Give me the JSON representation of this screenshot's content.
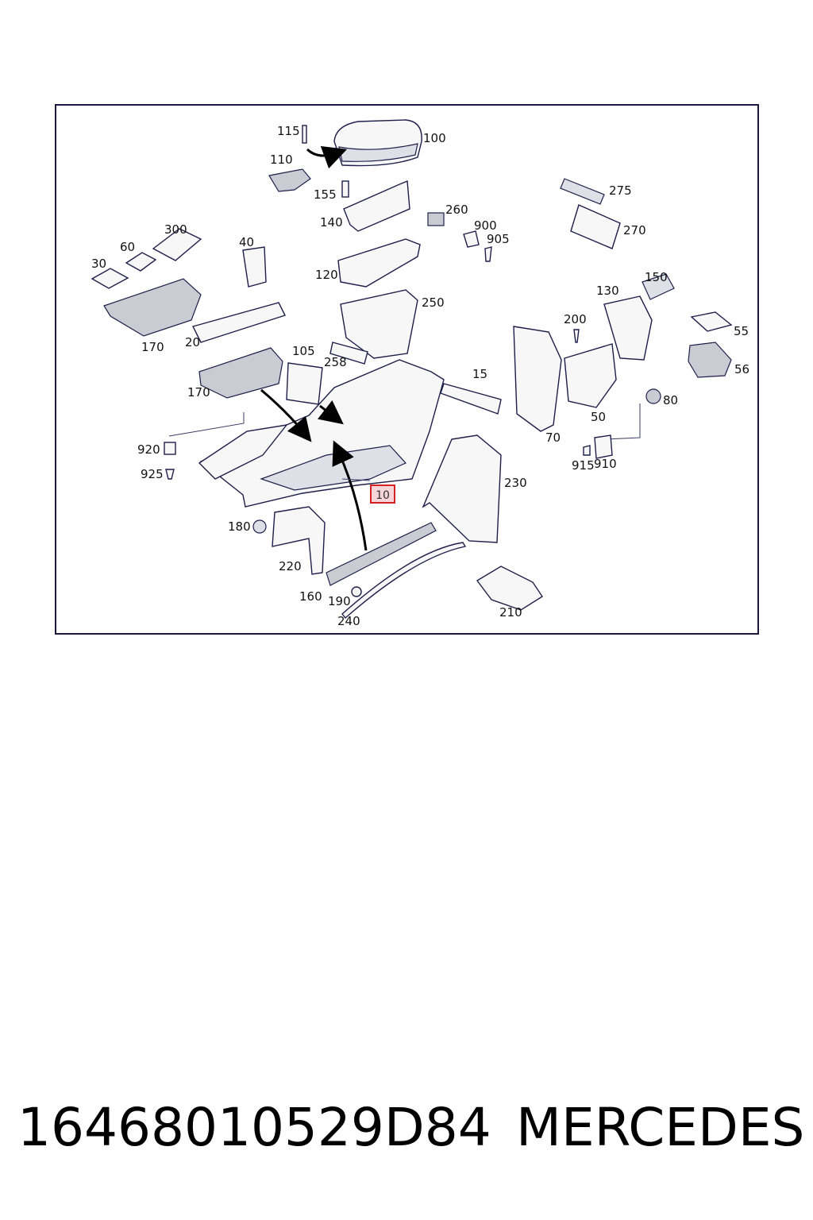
{
  "diagram": {
    "labels": {
      "l115": "115",
      "l100": "100",
      "l110": "110",
      "l155": "155",
      "l140": "140",
      "l260": "260",
      "l900": "900",
      "l905": "905",
      "l275": "275",
      "l270": "270",
      "l300": "300",
      "l60": "60",
      "l30": "30",
      "l40": "40",
      "l120": "120",
      "l250": "250",
      "l130": "130",
      "l150": "150",
      "l200": "200",
      "l55": "55",
      "l170a": "170",
      "l20": "20",
      "l105": "105",
      "l258": "258",
      "l15": "15",
      "l56": "56",
      "l170b": "170",
      "l80": "80",
      "l50": "50",
      "l70": "70",
      "l920": "920",
      "l925": "925",
      "l915": "915",
      "l910": "910",
      "l230": "230",
      "l10": "10",
      "l180": "180",
      "l220": "220",
      "l160": "160",
      "l190": "190",
      "l240": "240",
      "l210": "210"
    },
    "highlighted_part": "10"
  },
  "footer": {
    "part_number": "16468010529D84",
    "brand": "MERCEDES"
  }
}
